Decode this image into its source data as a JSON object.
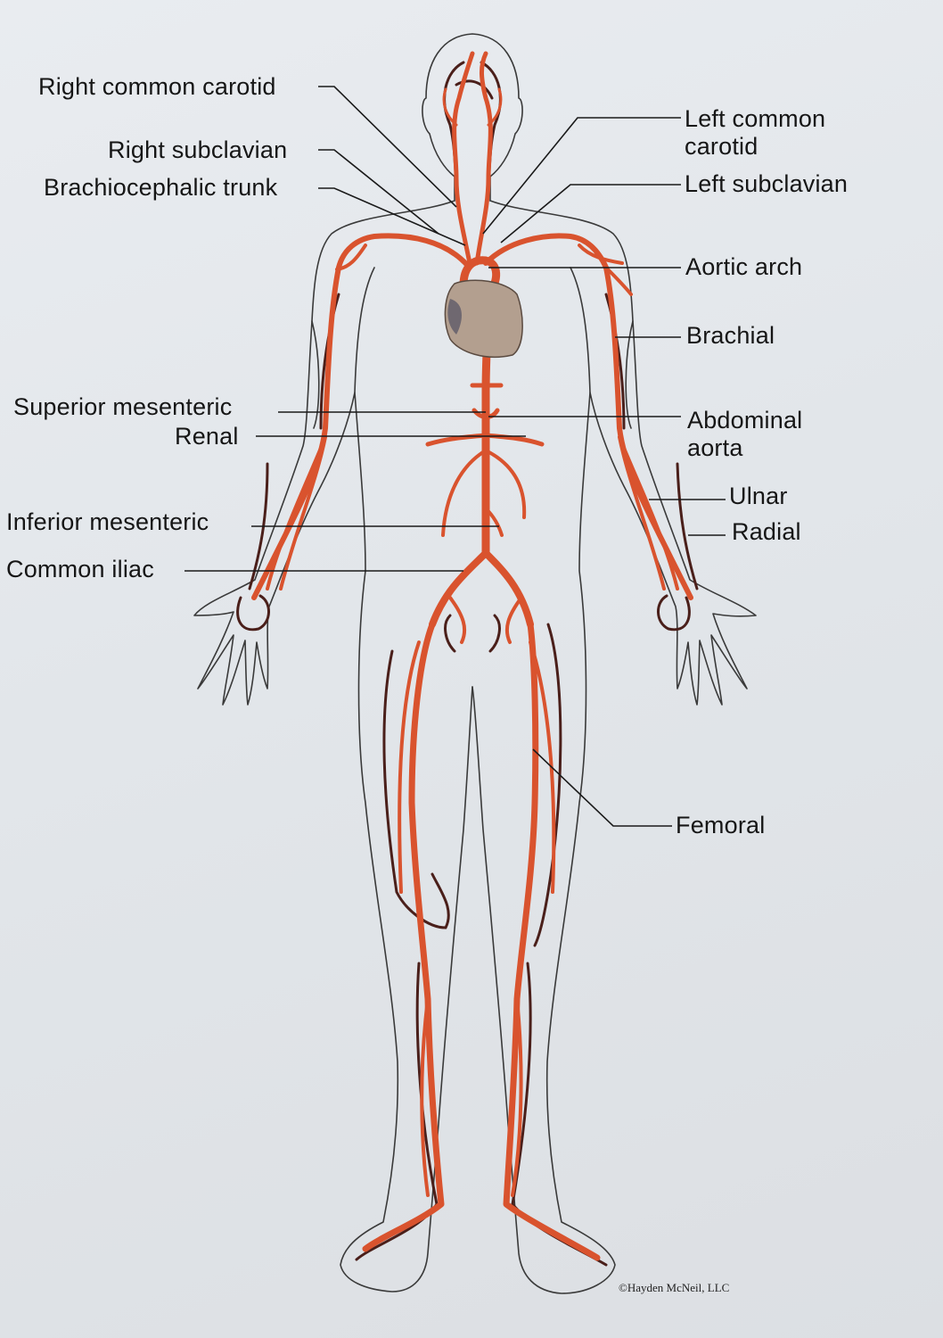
{
  "labels": {
    "right_common_carotid": "Right common carotid",
    "right_subclavian": "Right subclavian",
    "brachiocephalic_trunk": "Brachiocephalic trunk",
    "left_common_carotid_1": "Left common",
    "left_common_carotid_2": "carotid",
    "left_subclavian": "Left subclavian",
    "aortic_arch": "Aortic arch",
    "brachial": "Brachial",
    "superior_mesenteric": "Superior mesenteric",
    "renal": "Renal",
    "abdominal_aorta_1": "Abdominal",
    "abdominal_aorta_2": "aorta",
    "ulnar": "Ulnar",
    "radial": "Radial",
    "inferior_mesenteric": "Inferior mesenteric",
    "common_iliac": "Common iliac",
    "femoral": "Femoral"
  },
  "credit": "©Hayden McNeil, LLC",
  "colors": {
    "artery": "#d9532e",
    "artery_dark": "#4a1f1a",
    "heart": "#b39f8f",
    "outline": "#3a3a3a",
    "leader": "#1a1a1a"
  }
}
